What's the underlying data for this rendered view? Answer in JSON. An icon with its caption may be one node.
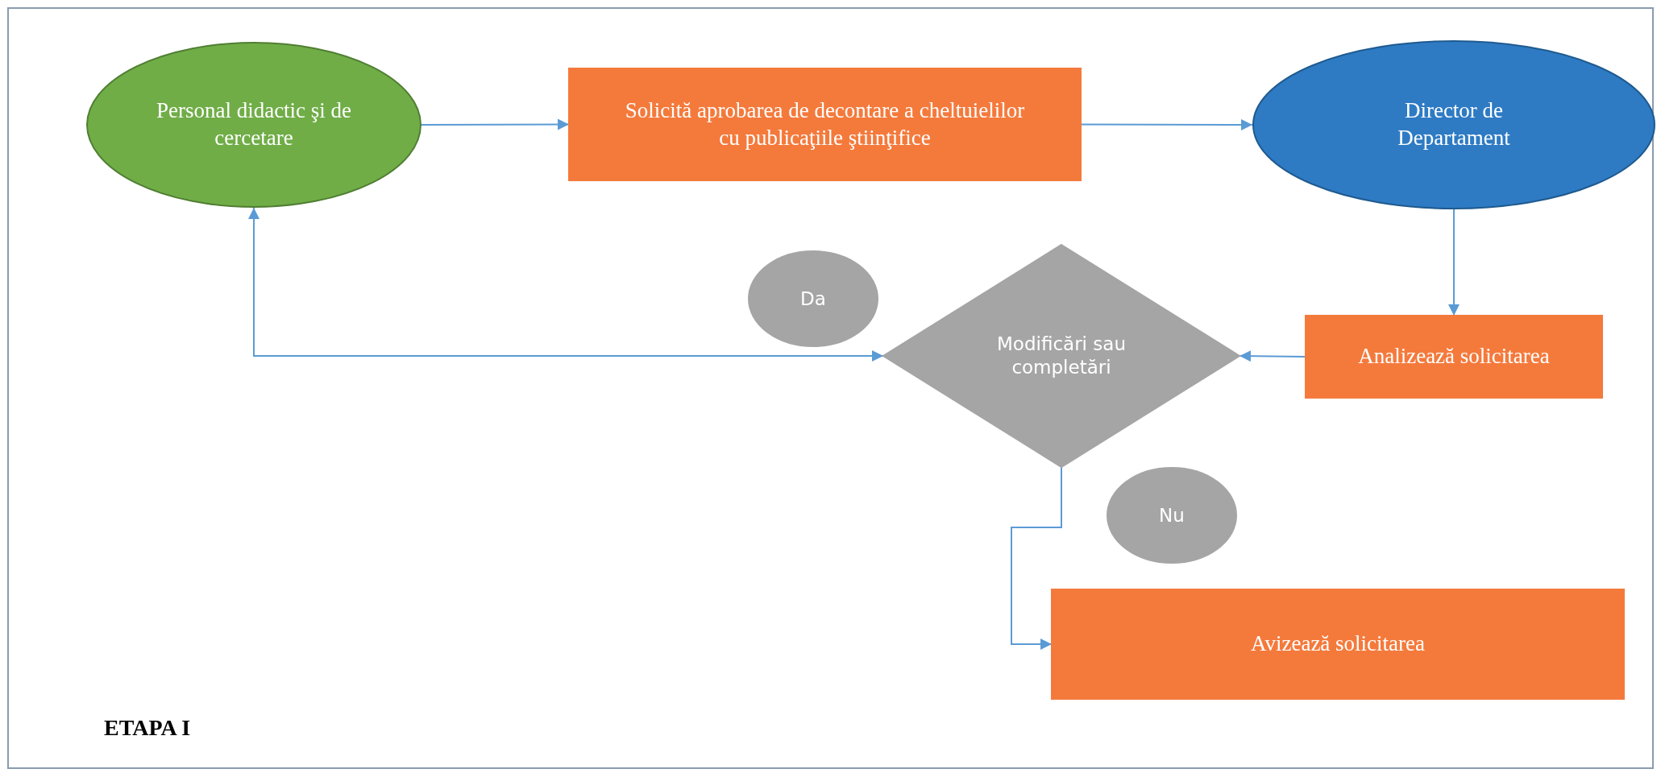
{
  "diagram": {
    "nodes": [
      {
        "text": [
          "Personal didactic şi de cercetare"
        ]
      },
      {
        "text": [
          "Solicită aprobarea de decontare a cheltuielilor cu publicaţiile ştiinţifice"
        ]
      },
      {
        "text": [
          "Director de Departament"
        ]
      },
      {
        "text": [
          "Da"
        ]
      },
      {
        "text": [
          "Modificări sau completări"
        ]
      },
      {
        "text": [
          "Analizează solicitarea"
        ]
      },
      {
        "text": [
          "Nu"
        ]
      },
      {
        "text": [
          "Avizează solicitarea"
        ]
      }
    ],
    "edges": [
      {
        "from": 0,
        "to": 1,
        "arrow": "to"
      },
      {
        "from": 1,
        "to": 2,
        "arrow": "to"
      },
      {
        "from": 2,
        "to": 5,
        "arrow": "to"
      },
      {
        "from": 5,
        "to": 4,
        "arrow": "to"
      },
      {
        "from": 4,
        "to": 0,
        "arrow": "both"
      },
      {
        "from": 4,
        "to": 7,
        "arrow": "to"
      }
    ],
    "labels": [
      "ETAPA I"
    ]
  }
}
